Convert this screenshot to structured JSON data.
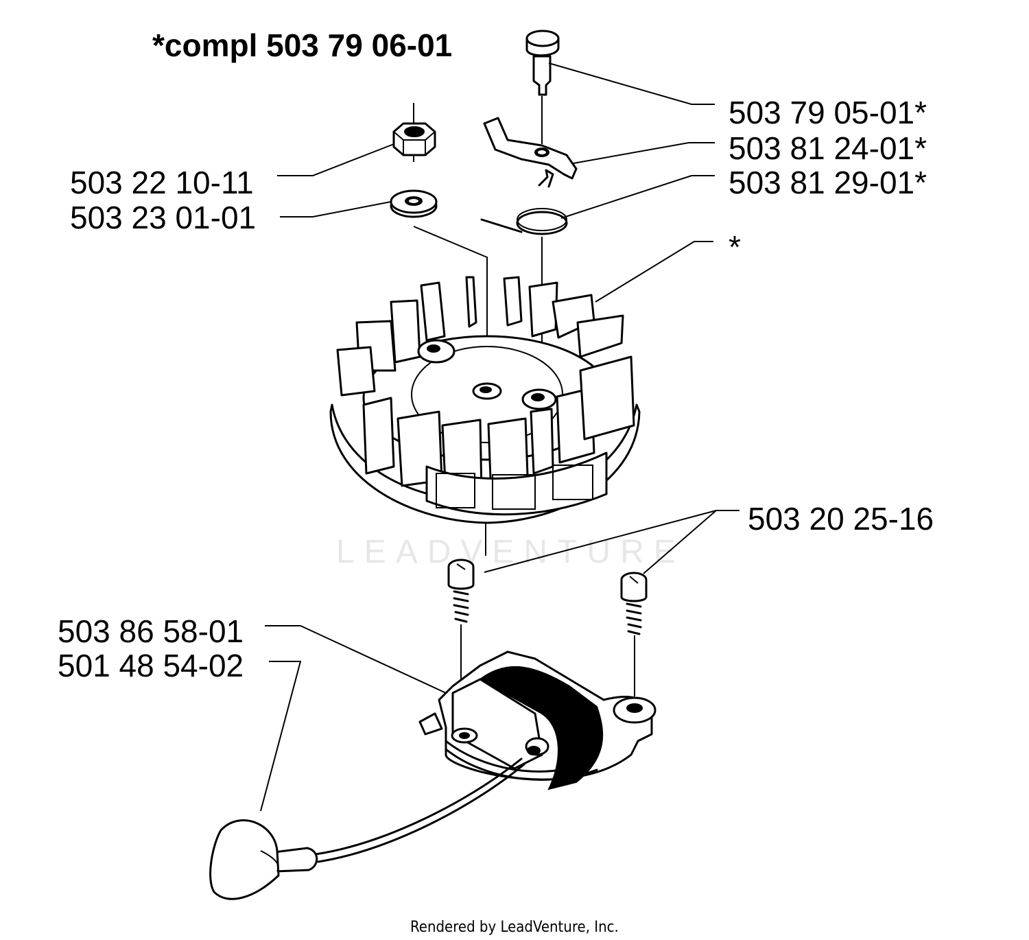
{
  "diagram": {
    "title": "*compl 503 79 06-01",
    "credit": "Rendered by LeadVenture, Inc.",
    "watermark": "LEADVENTURE",
    "part_labels": {
      "pin": "503 79 05-01*",
      "pawl": "503 81 24-01*",
      "spring": "503 81 29-01*",
      "flywheel": "*",
      "nut": "503 22 10-11",
      "washer": "503 23 01-01",
      "screws": "503 20 25-16",
      "module": "503 86 58-01",
      "spark_cap": "501 48 54-02"
    }
  }
}
